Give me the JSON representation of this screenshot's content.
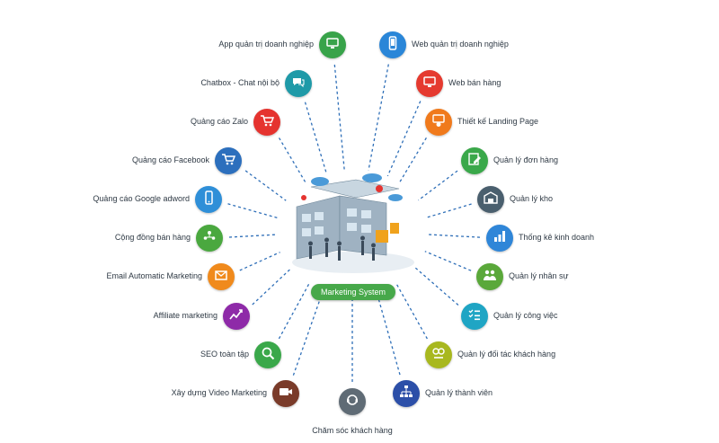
{
  "hub": {
    "label": "Marketing System"
  },
  "colors": {
    "line": "#2f6fb8",
    "hub_button": "#47a84a"
  },
  "features": [
    {
      "label": "App quản trị doanh nghiệp",
      "side": "left",
      "icon": "monitor-icon",
      "color": "#38a34a"
    },
    {
      "label": "Chatbox - Chat nội bộ",
      "side": "left",
      "icon": "chat-icon",
      "color": "#1f9aa8"
    },
    {
      "label": "Quảng cáo Zalo",
      "side": "left",
      "icon": "shopping-cart-icon",
      "color": "#e5332f"
    },
    {
      "label": "Quảng cáo Facebook",
      "side": "left",
      "icon": "cart-icon",
      "color": "#2c6fbd"
    },
    {
      "label": "Quảng cáo Google adword",
      "side": "left",
      "icon": "phone-icon",
      "color": "#2f8fd8"
    },
    {
      "label": "Cộng đồng bán hàng",
      "side": "left",
      "icon": "community-icon",
      "color": "#4aa83f"
    },
    {
      "label": "Email Automatic Marketing",
      "side": "left",
      "icon": "email-icon",
      "color": "#f08a1c"
    },
    {
      "label": "Affiliate marketing",
      "side": "left",
      "icon": "trend-icon",
      "color": "#8e2aa8"
    },
    {
      "label": "SEO toàn tập",
      "side": "left",
      "icon": "seo-icon",
      "color": "#3aa84a"
    },
    {
      "label": "Xây dựng Video Marketing",
      "side": "left",
      "icon": "video-icon",
      "color": "#7a3b2a"
    },
    {
      "label": "Chăm sóc khách hàng",
      "side": "bottom",
      "icon": "support-icon",
      "color": "#5f6b75"
    },
    {
      "label": "Web quản trị doanh nghiệp",
      "side": "right",
      "icon": "mobile-icon",
      "color": "#2a86d8"
    },
    {
      "label": "Web bán hàng",
      "side": "right",
      "icon": "monitor-icon",
      "color": "#e53a2f"
    },
    {
      "label": "Thiết kế Landing Page",
      "side": "right",
      "icon": "landing-icon",
      "color": "#f07a1c"
    },
    {
      "label": "Quản lý đơn hàng",
      "side": "right",
      "icon": "edit-icon",
      "color": "#3aa84a"
    },
    {
      "label": "Quản lý kho",
      "side": "right",
      "icon": "warehouse-icon",
      "color": "#4a5f6e"
    },
    {
      "label": "Thống kê kinh doanh",
      "side": "right",
      "icon": "bar-chart-icon",
      "color": "#2f86d8"
    },
    {
      "label": "Quản lý nhân sự",
      "side": "right",
      "icon": "people-icon",
      "color": "#5aa83a"
    },
    {
      "label": "Quản lý công việc",
      "side": "right",
      "icon": "checklist-icon",
      "color": "#1fa5c4"
    },
    {
      "label": "Quản lý đối tác khách hàng",
      "side": "right",
      "icon": "partner-icon",
      "color": "#a8b81f"
    },
    {
      "label": "Quản lý thành viên",
      "side": "right",
      "icon": "org-chart-icon",
      "color": "#2c4fa8"
    }
  ]
}
